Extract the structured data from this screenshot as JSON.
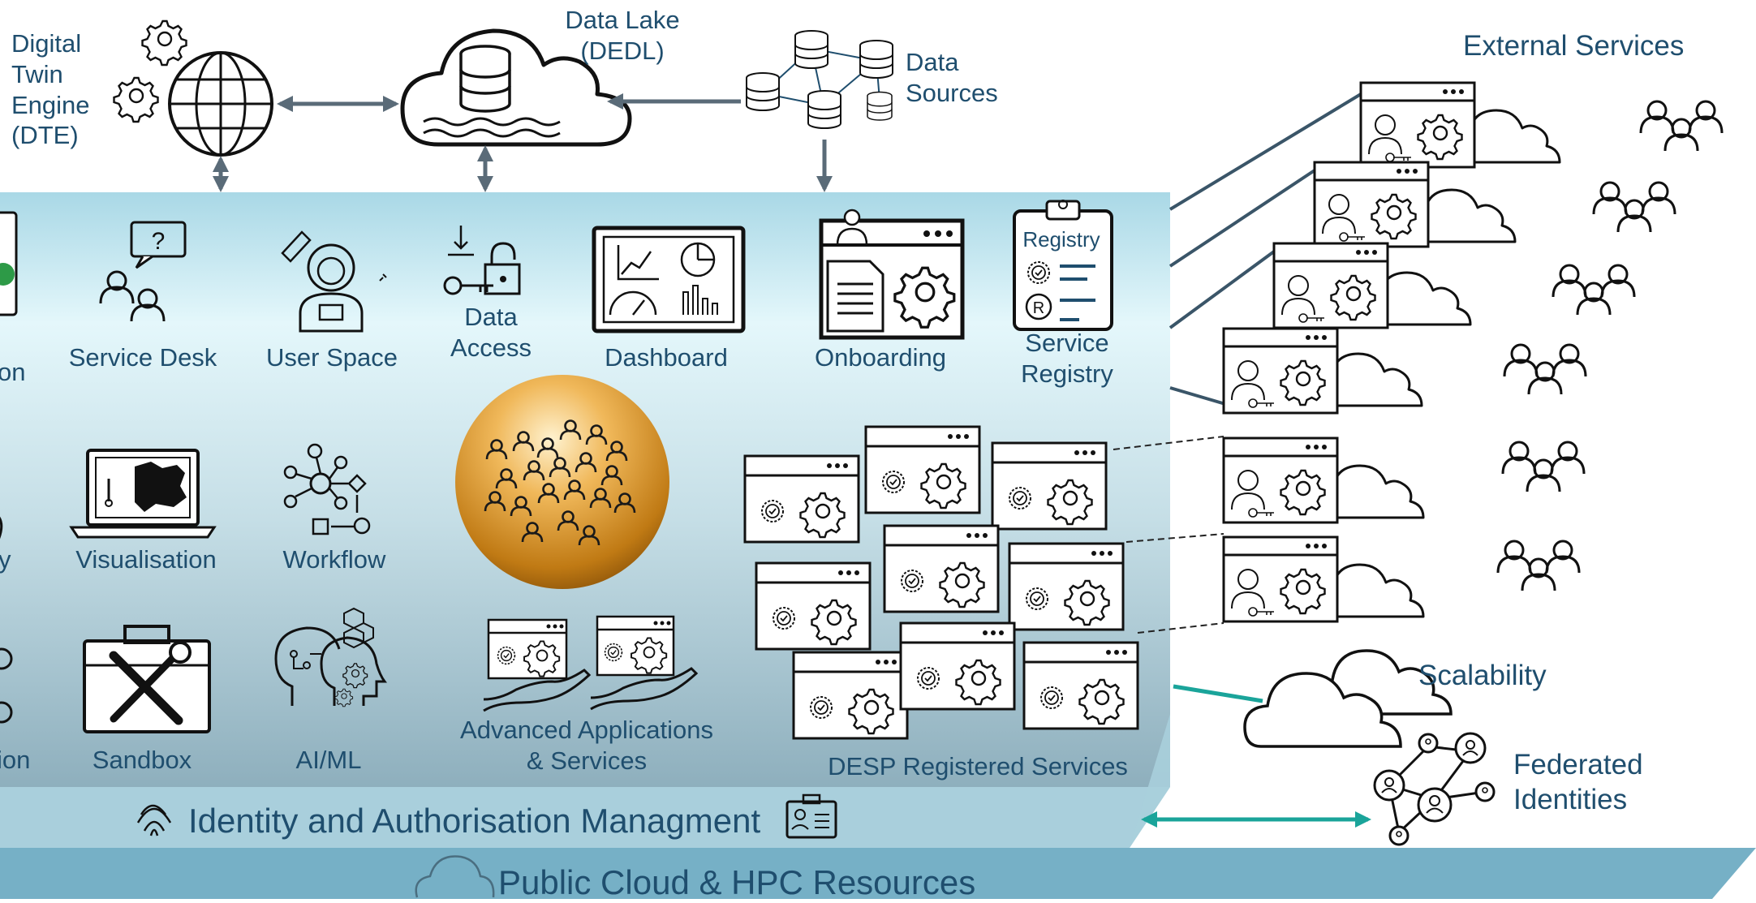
{
  "top": {
    "dte_label": "Digital\nTwin\nEngine\n(DTE)",
    "dedl_label": "Data Lake\n(DEDL)",
    "sources_label": "Data\nSources",
    "external_label": "External Services"
  },
  "services_row1": [
    {
      "label": "on",
      "icon": "cut-off-icon"
    },
    {
      "label": "Service Desk",
      "icon": "helpdesk-users-icon"
    },
    {
      "label": "User Space",
      "icon": "astronaut-icon"
    },
    {
      "label": "Data\nAccess",
      "icon": "key-lock-icon"
    },
    {
      "label": "Dashboard",
      "icon": "dashboard-icon"
    },
    {
      "label": "Onboarding",
      "icon": "onboarding-icon"
    },
    {
      "label": "Service\nRegistry",
      "icon": "clipboard-icon",
      "inner": "Registry"
    }
  ],
  "services_row2": [
    {
      "label": "y",
      "icon": "cut-off-icon"
    },
    {
      "label": "Visualisation",
      "icon": "laptop-map-icon"
    },
    {
      "label": "Workflow",
      "icon": "workflow-graph-icon"
    }
  ],
  "services_row3": [
    {
      "label": "ion",
      "icon": "cut-off-icon"
    },
    {
      "label": "Sandbox",
      "icon": "toolbox-icon"
    },
    {
      "label": "AI/ML",
      "icon": "ai-head-icon"
    },
    {
      "label": "Advanced Applications\n& Services",
      "icon": "hands-apps-icon"
    }
  ],
  "registered_label": "DESP Registered Services",
  "right": {
    "scalability_label": "Scalability",
    "federated_label": "Federated\nIdentities"
  },
  "bars": {
    "identity_label": "Identity and Authorisation Managment",
    "cloud_label": "Public Cloud & HPC Resources"
  },
  "colors": {
    "accent_teal": "#1aa49a",
    "arrow_slate": "#5a6b78",
    "bar_blue": "#7ab6c9",
    "identity_bar": "#a9cfdc",
    "text_blue": "#1f4e6e",
    "community_gold": "#c07a14"
  }
}
